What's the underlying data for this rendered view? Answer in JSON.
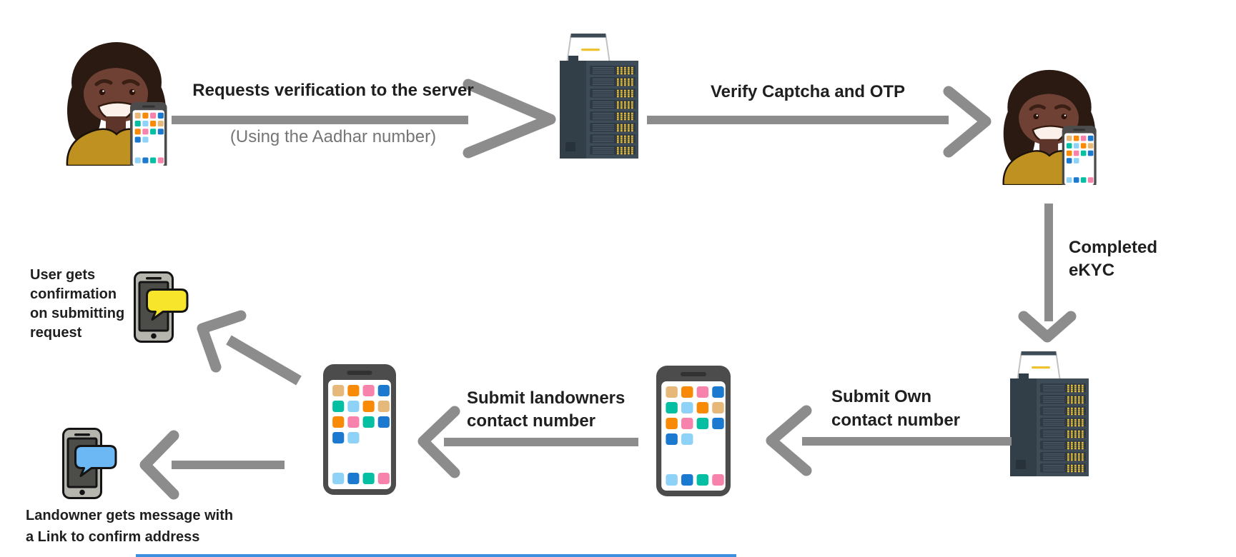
{
  "diagram": {
    "background": "#ffffff",
    "arrow_color": "#8c8c8c",
    "text_color": "#1f1f1f",
    "muted_text_color": "#757575",
    "labels": {
      "step1": "Requests verification to the server",
      "step1_note": "(Using the Aadhar number)",
      "step2": "Verify Captcha and OTP",
      "step3": "Completed\neKYC",
      "step4": "Submit Own\ncontact number",
      "step5": "Submit landowners\ncontact number",
      "result_user": "User gets\nconfirmation\non submitting\nrequest",
      "result_landowner": "Landowner gets message  with\na Link to confirm address"
    },
    "nodes": [
      {
        "id": "user-start",
        "icon": "woman-with-phone-icon"
      },
      {
        "id": "verification-server",
        "icon": "server-icon"
      },
      {
        "id": "user-verified",
        "icon": "woman-with-phone-icon"
      },
      {
        "id": "ekyc-server",
        "icon": "server-icon"
      },
      {
        "id": "phone-own-contact",
        "icon": "smartphone-icon"
      },
      {
        "id": "phone-landowner-contact",
        "icon": "smartphone-icon"
      },
      {
        "id": "phone-user-confirmation",
        "icon": "message-phone-icon",
        "bubble_color": "#f7e52c"
      },
      {
        "id": "phone-landowner-message",
        "icon": "message-phone-icon",
        "bubble_color": "#6cb8f4"
      }
    ],
    "icon_colors": {
      "server_body": "#3d4c57",
      "server_panel": "#333f48",
      "server_led_yellow": "#f0c232",
      "hair": "#2b1a11",
      "skin": "#6f4134",
      "shirt": "#bf9120",
      "app_tan": "#e6b87a",
      "app_orange": "#f98a05",
      "app_pink": "#f783ad",
      "app_blue": "#1b79cf",
      "app_teal": "#04bfa2",
      "app_lightblue": "#8ed2f7",
      "bubble_yellow": "#f7e52c",
      "bubble_blue": "#6cb8f4",
      "footer_bar": "#3f8fe0"
    }
  }
}
